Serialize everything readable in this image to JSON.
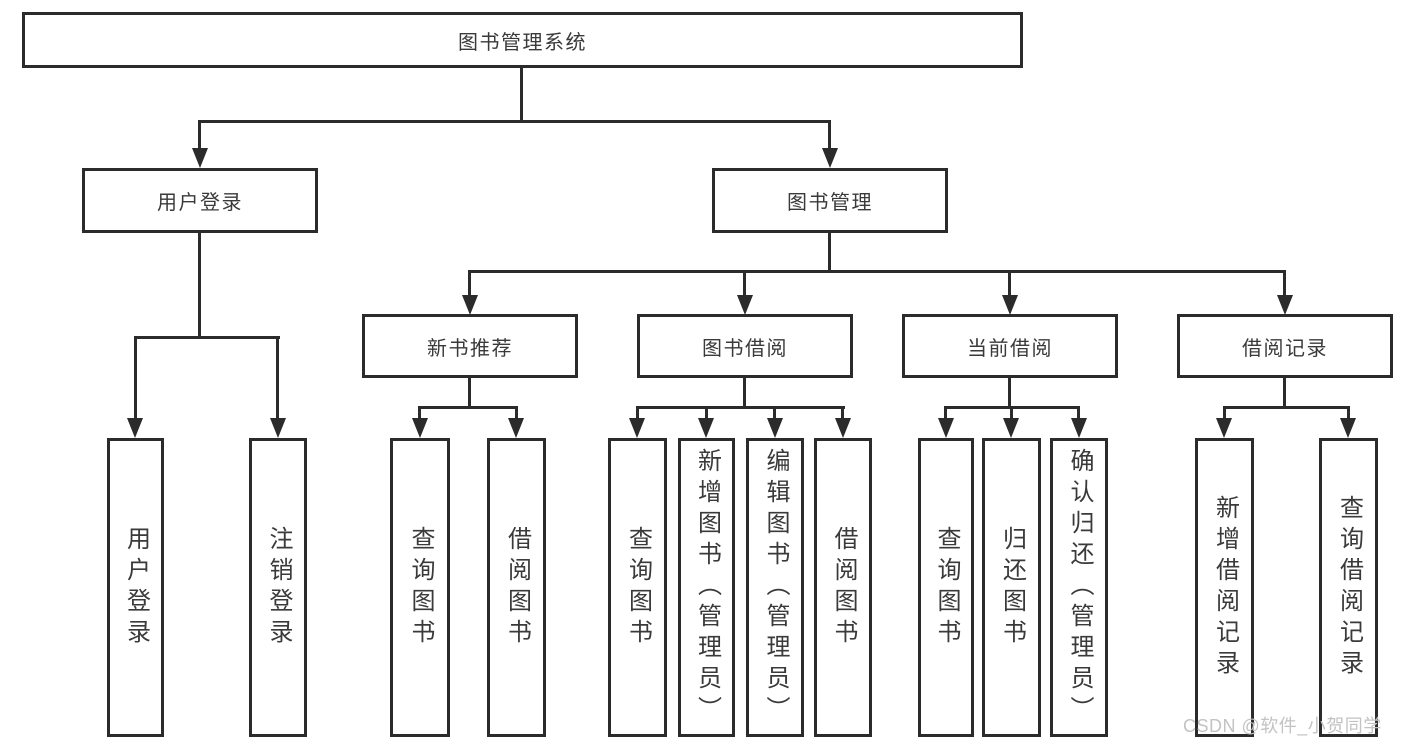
{
  "tree": {
    "root": {
      "label": "图书管理系统"
    },
    "branches": [
      {
        "label": "用户登录",
        "children": [
          {
            "label": "用户登录"
          },
          {
            "label": "注销登录"
          }
        ]
      },
      {
        "label": "图书管理",
        "children": [
          {
            "label": "新书推荐",
            "children": [
              {
                "label": "查询图书"
              },
              {
                "label": "借阅图书"
              }
            ]
          },
          {
            "label": "图书借阅",
            "children": [
              {
                "label": "查询图书"
              },
              {
                "label": "新增图书（管理员）"
              },
              {
                "label": "编辑图书（管理员）"
              },
              {
                "label": "借阅图书"
              }
            ]
          },
          {
            "label": "当前借阅",
            "children": [
              {
                "label": "查询图书"
              },
              {
                "label": "归还图书"
              },
              {
                "label": "确认归还（管理员）"
              }
            ]
          },
          {
            "label": "借阅记录",
            "children": [
              {
                "label": "新增借阅记录"
              },
              {
                "label": "查询借阅记录"
              }
            ]
          }
        ]
      }
    ],
    "watermark": "CSDN @软件_小贺同学",
    "colors": {
      "line": "#2b2b2b",
      "text": "#3a3a3a",
      "watermark": "#c3c3c3",
      "background": "#ffffff"
    }
  }
}
